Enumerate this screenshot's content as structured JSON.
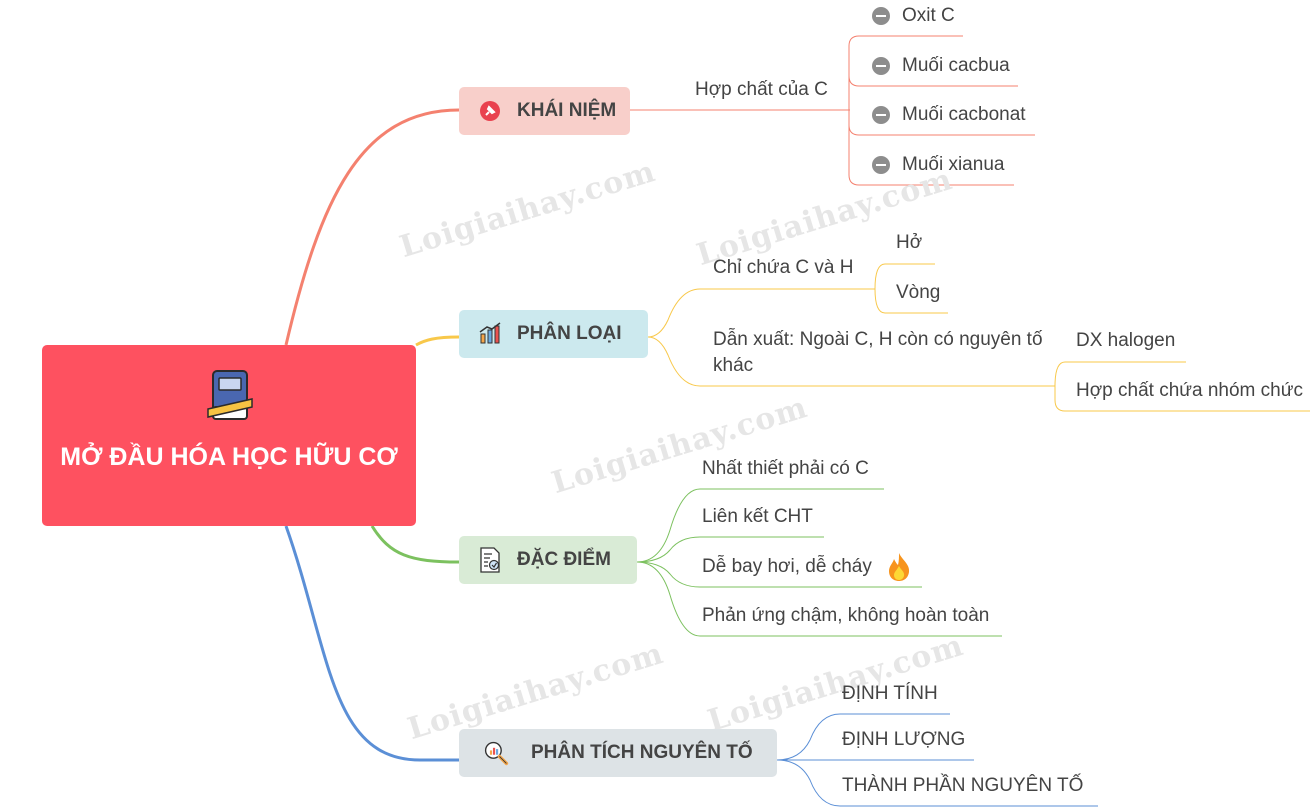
{
  "root": {
    "title": "MỞ ĐẦU HÓA HỌC HỮU CƠ",
    "icon": "book-icon"
  },
  "watermark": "Loigiaihay.com",
  "branches": [
    {
      "label": "KHÁI NIỆM",
      "icon": "pin-icon",
      "color": "#f4816f",
      "children": [
        {
          "label": "Hợp chất của C",
          "children": [
            "Oxit C",
            "Muối cacbua",
            "Muối cacbonat",
            "Muối xianua"
          ]
        }
      ]
    },
    {
      "label": "PHÂN LOẠI",
      "icon": "bar-chart-icon",
      "color": "#f8c84a",
      "children": [
        {
          "label": "Chỉ chứa C và H",
          "children": [
            "Hở",
            "Vòng"
          ]
        },
        {
          "label": "Dẫn xuất: Ngoài C, H còn có nguyên tố khác",
          "children": [
            "DX halogen",
            "Hợp chất chứa nhóm chức"
          ]
        }
      ]
    },
    {
      "label": "ĐẶC ĐIỂM",
      "icon": "report-icon",
      "color": "#7cc15f",
      "children": [
        {
          "label": "Nhất thiết phải có C"
        },
        {
          "label": "Liên kết CHT"
        },
        {
          "label": "Dễ bay hơi, dễ cháy",
          "icon": "fire-icon"
        },
        {
          "label": "Phản ứng chậm, không hoàn toàn"
        }
      ]
    },
    {
      "label": "PHÂN TÍCH NGUYÊN TỐ",
      "icon": "magnifier-chart-icon",
      "color": "#5b8fd6",
      "children": [
        {
          "label": "ĐỊNH TÍNH"
        },
        {
          "label": "ĐỊNH LƯỢNG"
        },
        {
          "label": "THÀNH PHẦN NGUYÊN TỐ"
        }
      ]
    }
  ]
}
